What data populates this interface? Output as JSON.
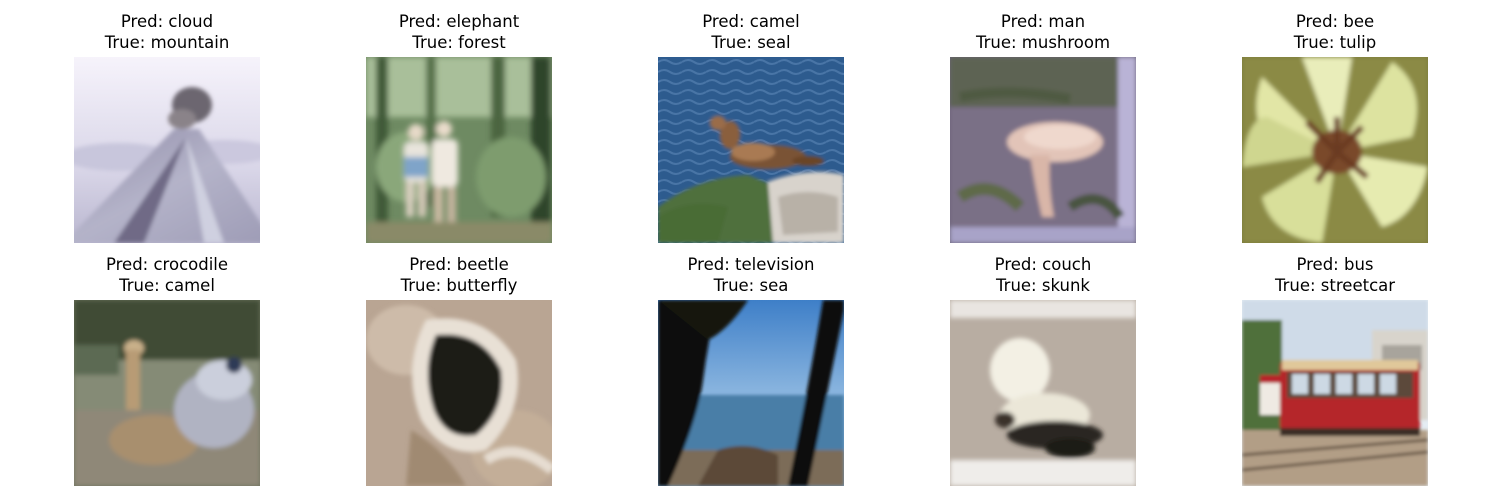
{
  "grid": [
    {
      "pred": "Pred: cloud",
      "true": "True: mountain",
      "scene": "volcano-icon"
    },
    {
      "pred": "Pred: elephant",
      "true": "True: forest",
      "scene": "forest-walkers-icon"
    },
    {
      "pred": "Pred: camel",
      "true": "True: seal",
      "scene": "seal-on-rock-icon"
    },
    {
      "pred": "Pred: man",
      "true": "True: mushroom",
      "scene": "mushroom-icon"
    },
    {
      "pred": "Pred: bee",
      "true": "True: tulip",
      "scene": "flower-icon"
    },
    {
      "pred": "Pred: crocodile",
      "true": "True: camel",
      "scene": "camel-icon"
    },
    {
      "pred": "Pred: beetle",
      "true": "True: butterfly",
      "scene": "butterfly-icon"
    },
    {
      "pred": "Pred: television",
      "true": "True: sea",
      "scene": "sea-trees-icon"
    },
    {
      "pred": "Pred: couch",
      "true": "True: skunk",
      "scene": "skunk-icon"
    },
    {
      "pred": "Pred: bus",
      "true": "True: streetcar",
      "scene": "streetcar-icon"
    }
  ]
}
